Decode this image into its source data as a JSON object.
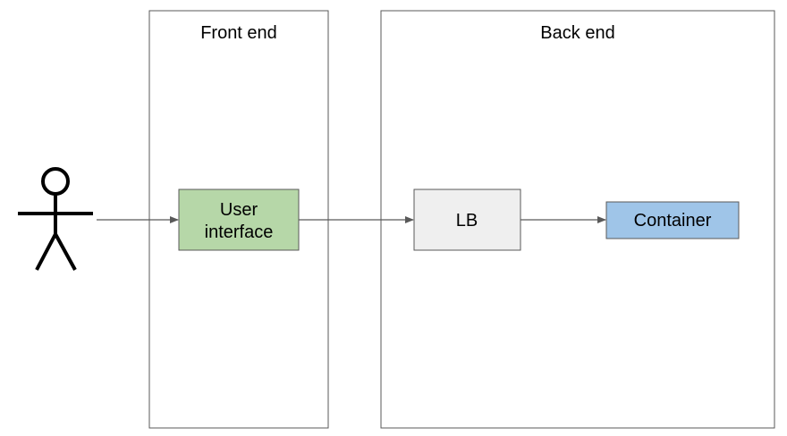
{
  "diagram": {
    "actor": {
      "icon": "stick-figure-user-icon"
    },
    "panels": {
      "front_end": {
        "title": "Front end"
      },
      "back_end": {
        "title": "Back end"
      }
    },
    "nodes": {
      "user_interface": {
        "line1": "User",
        "line2": "interface",
        "fill": "#b6d7a8"
      },
      "lb": {
        "label": "LB",
        "fill": "#efefef"
      },
      "container": {
        "label": "Container",
        "fill": "#9fc5e8"
      }
    },
    "edges": [
      {
        "from": "actor",
        "to": "user_interface"
      },
      {
        "from": "user_interface",
        "to": "lb"
      },
      {
        "from": "lb",
        "to": "container"
      }
    ]
  }
}
